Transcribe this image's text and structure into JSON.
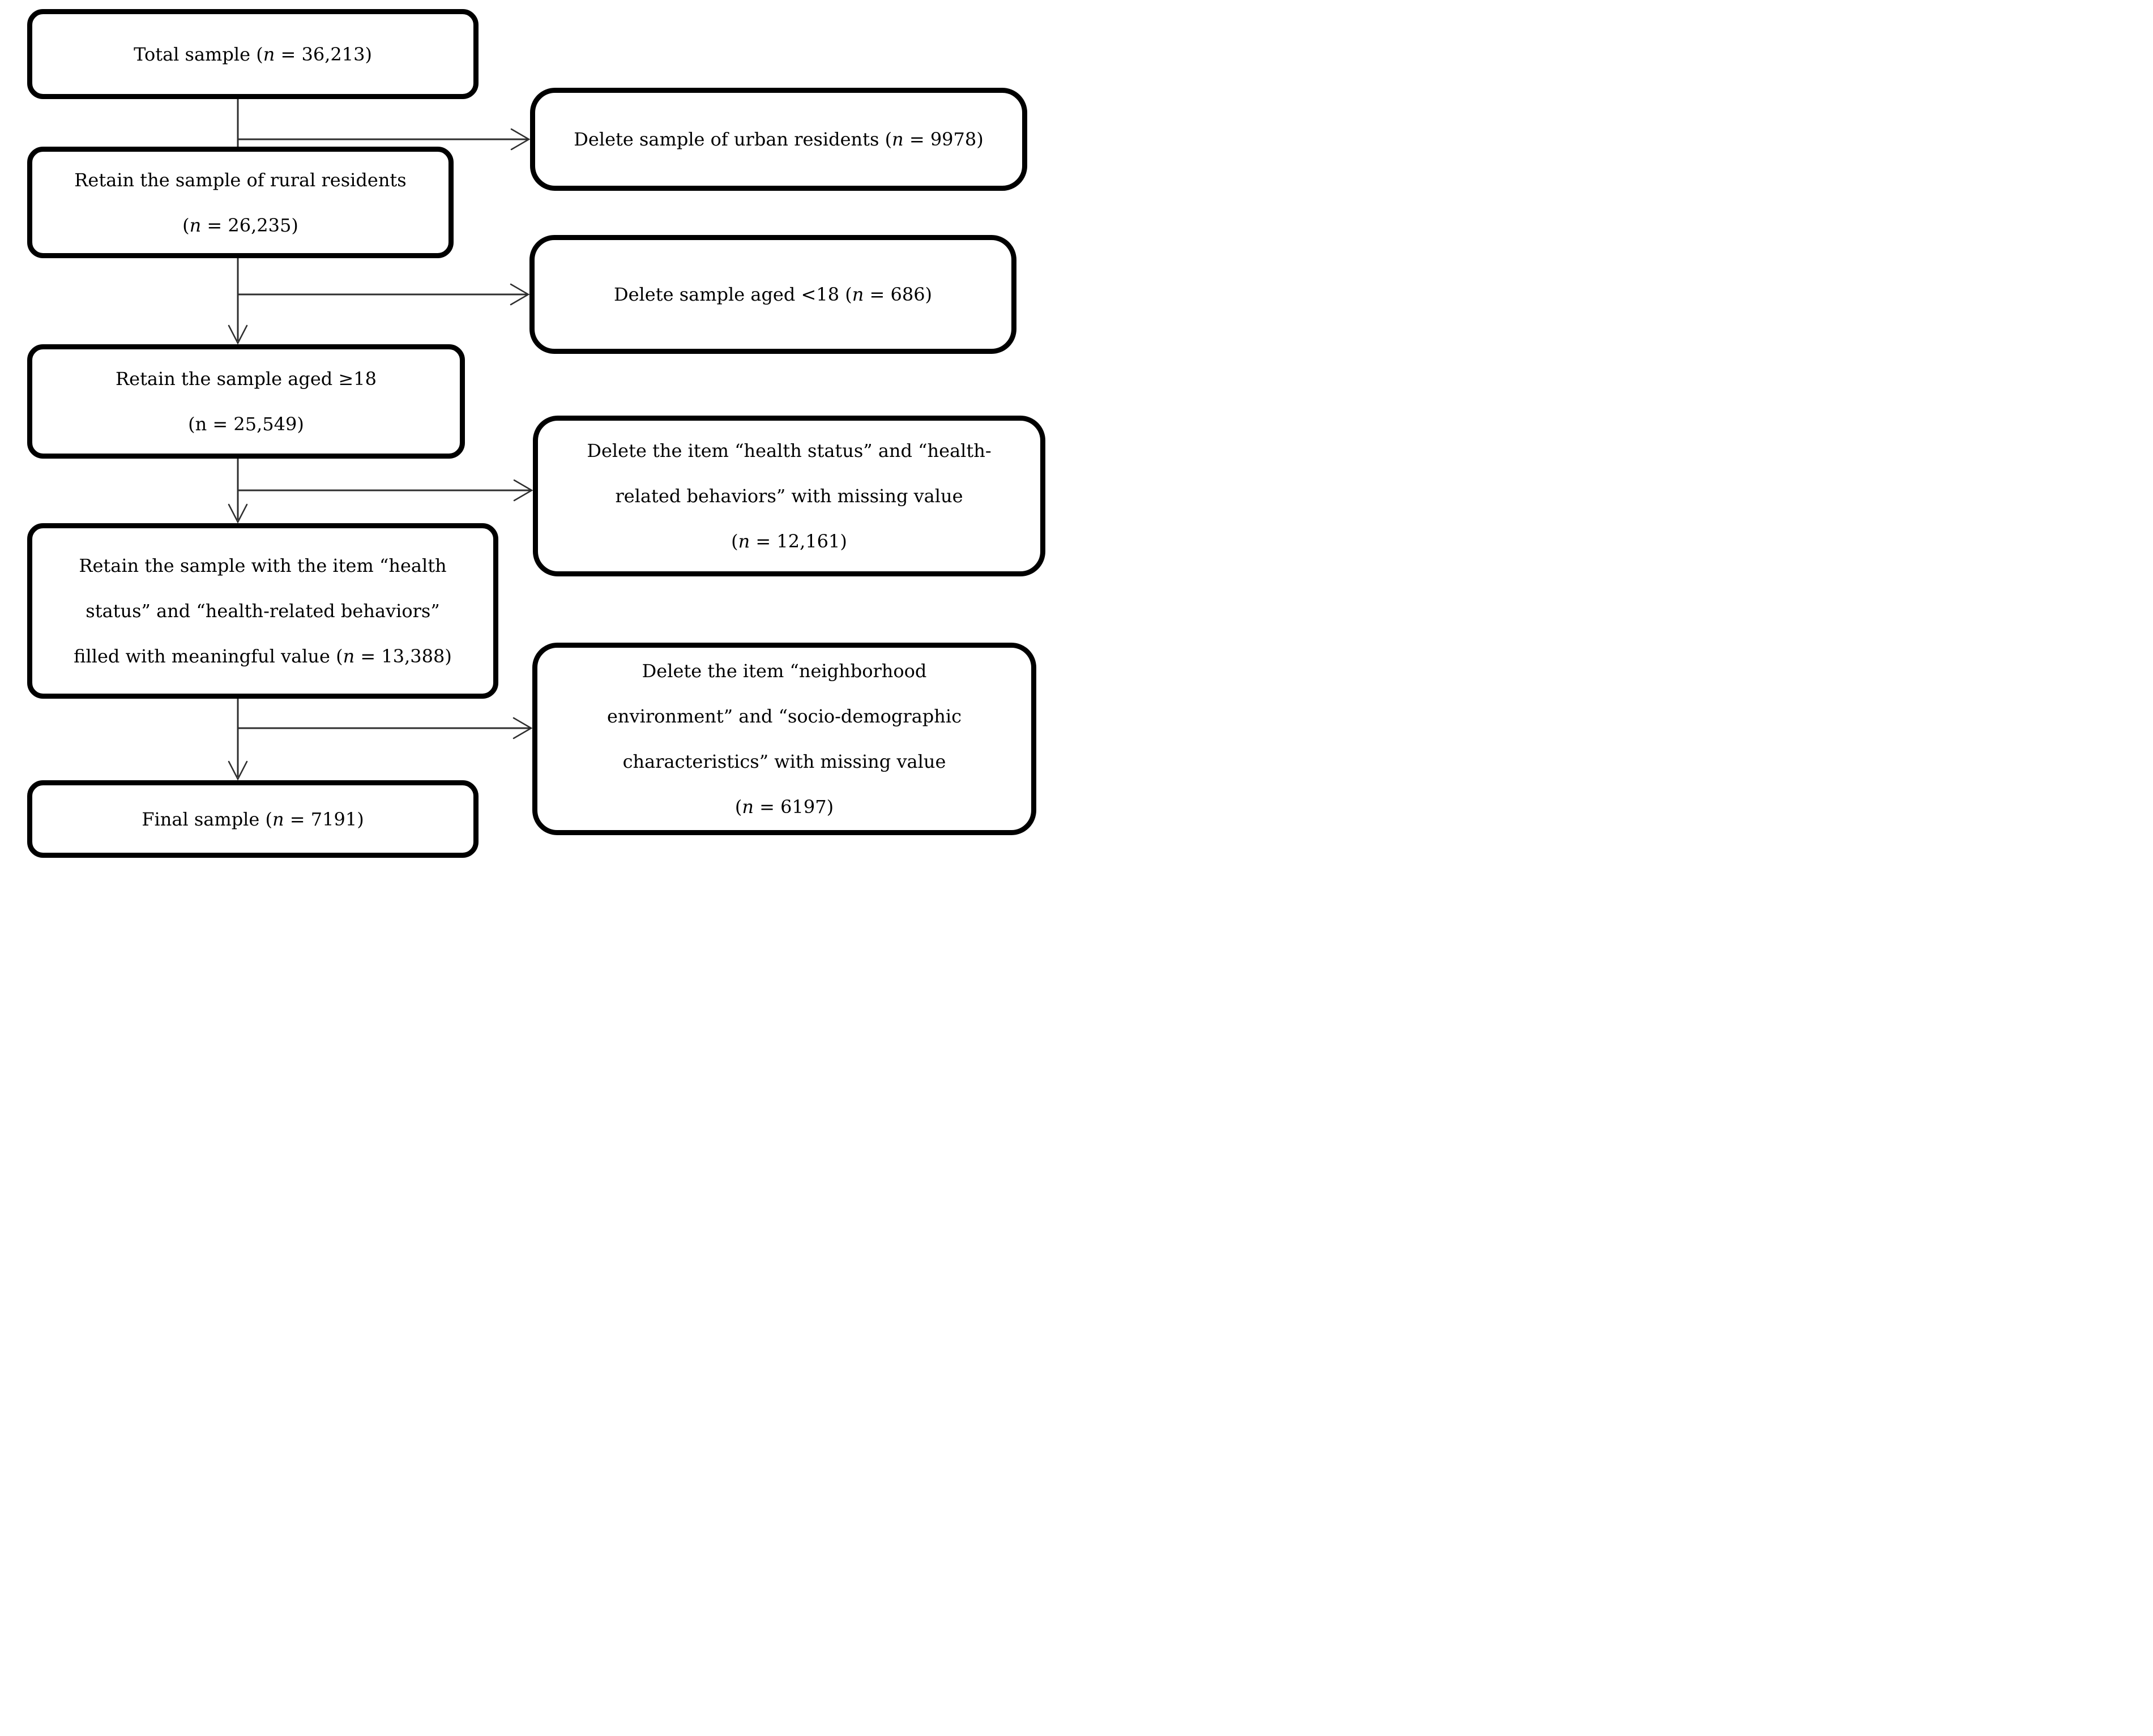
{
  "figure": {
    "type": "flowchart",
    "description": "Sample selection flow diagram",
    "background_color": "#ffffff",
    "box_fill_color": "#ffffff",
    "box_border_color": "#000000",
    "text_color": "#000000",
    "connector_color": "#2e2e2e"
  },
  "counts": {
    "total_sample": "36,213",
    "urban_residents_deleted": "9978",
    "rural_residents_retained": "26,235",
    "aged_under_18_deleted": "686",
    "aged_18_plus_retained": "25,549",
    "health_items_missing_deleted": "12,161",
    "health_items_filled_retained": "13,388",
    "neighborhood_sociodemographic_missing_deleted": "6197",
    "final_sample": "7191"
  },
  "nodes": [
    {
      "id": "total-sample",
      "column": "left",
      "lines": [
        [
          {
            "t": "Total sample ("
          },
          {
            "t": "n",
            "i": true
          },
          {
            "t": " = 36,213)"
          }
        ]
      ]
    },
    {
      "id": "delete-urban",
      "column": "right",
      "lines": [
        [
          {
            "t": "Delete sample of urban residents ("
          },
          {
            "t": "n",
            "i": true
          },
          {
            "t": " = 9978)"
          }
        ]
      ]
    },
    {
      "id": "retain-rural",
      "column": "left",
      "lines": [
        [
          {
            "t": "Retain the sample of rural residents"
          }
        ],
        [
          {
            "t": "("
          },
          {
            "t": "n",
            "i": true
          },
          {
            "t": " = 26,235)"
          }
        ]
      ]
    },
    {
      "id": "delete-under-18",
      "column": "right",
      "lines": [
        [
          {
            "t": "Delete sample aged <18 ("
          },
          {
            "t": "n",
            "i": true
          },
          {
            "t": " = 686)"
          }
        ]
      ]
    },
    {
      "id": "retain-aged-18",
      "column": "left",
      "lines": [
        [
          {
            "t": "Retain the sample aged ≥18"
          }
        ],
        [
          {
            "t": "(n = 25,549)"
          }
        ]
      ]
    },
    {
      "id": "delete-health-missing",
      "column": "right",
      "lines": [
        [
          {
            "t": "Delete the item “health status” and “health-"
          }
        ],
        [
          {
            "t": "related behaviors” with missing value"
          }
        ],
        [
          {
            "t": "("
          },
          {
            "t": "n",
            "i": true
          },
          {
            "t": " = 12,161)"
          }
        ]
      ]
    },
    {
      "id": "retain-health-filled",
      "column": "left",
      "lines": [
        [
          {
            "t": "Retain the sample with the item “health"
          }
        ],
        [
          {
            "t": "status” and “health-related behaviors”"
          }
        ],
        [
          {
            "t": "filled with meaningful value ("
          },
          {
            "t": "n",
            "i": true
          },
          {
            "t": " = 13,388)"
          }
        ]
      ]
    },
    {
      "id": "delete-neighborhood-missing",
      "column": "right",
      "lines": [
        [
          {
            "t": "Delete the item “neighborhood"
          }
        ],
        [
          {
            "t": "environment” and “socio-demographic"
          }
        ],
        [
          {
            "t": "characteristics” with missing value"
          }
        ],
        [
          {
            "t": "("
          },
          {
            "t": "n",
            "i": true
          },
          {
            "t": " = 6197)"
          }
        ]
      ]
    },
    {
      "id": "final-sample",
      "column": "left",
      "lines": [
        [
          {
            "t": "Final sample ("
          },
          {
            "t": "n",
            "i": true
          },
          {
            "t": " = 7191)"
          }
        ]
      ]
    }
  ]
}
